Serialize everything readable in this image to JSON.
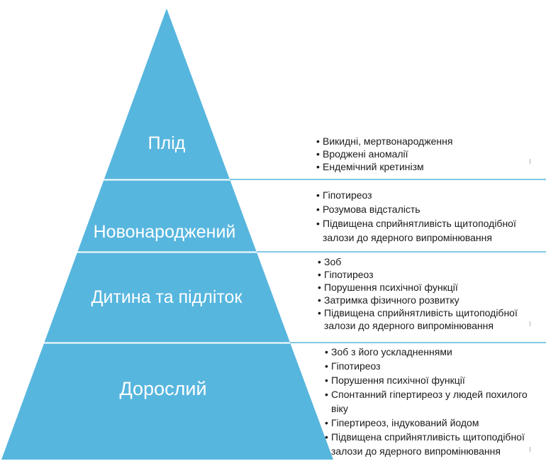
{
  "colors": {
    "pyramid_fill": "#57b6de",
    "divider": "#57b6de",
    "label_text": "#ffffff",
    "bullet_text": "#1a1a1a"
  },
  "stages": [
    {
      "label": "Плід",
      "effects": [
        "Викидні, мертвонародження",
        "Вроджені аномалії",
        "Ендемічний кретинізм"
      ]
    },
    {
      "label": "Новонароджений",
      "effects": [
        "Гіпотиреоз",
        "Розумова відсталість",
        "Підвищена сприйнятливість щитоподібної залози до ядерного випромінювання"
      ]
    },
    {
      "label": "Дитина та підліток",
      "effects": [
        "Зоб",
        "Гіпотиреоз",
        "Порушення психічної функції",
        "Затримка фізичного розвитку",
        "Підвищена сприйнятливість щитоподібної залози до ядерного випромінювання"
      ]
    },
    {
      "label": "Дорослий",
      "effects": [
        "Зоб з його ускладненнями",
        "Гіпотиреоз",
        "Порушення психічної функції",
        "Спонтанний гіпертиреоз у людей похилого віку",
        "Гіпертиреоз, індукований йодом",
        "Підвищена сприйнятливість щитоподібної залози до ядерного випромінювання"
      ]
    }
  ]
}
